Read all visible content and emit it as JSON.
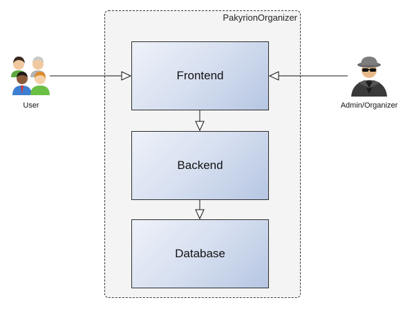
{
  "container": {
    "title": "PakyrionOrganizer"
  },
  "components": {
    "frontend": "Frontend",
    "backend": "Backend",
    "database": "Database"
  },
  "actors": {
    "user": "User",
    "admin": "Admin/Organizer"
  }
}
